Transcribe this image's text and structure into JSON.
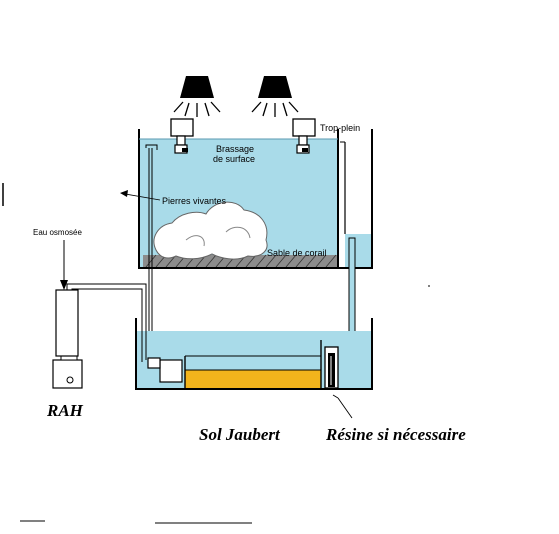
{
  "labels": {
    "overflow": "Trop-plein",
    "surface_mixing_line1": "Brassage",
    "surface_mixing_line2": "de surface",
    "live_rock": "Pierres vivantes",
    "coral_sand": "Sable de corail",
    "osmosis_water": "Eau osmosée",
    "rah": "RAH",
    "jaubert_soil": "Sol Jaubert",
    "resin": "Résine si nécessaire"
  },
  "colors": {
    "water": "#a9dbe9",
    "sand_bed": "#f2b41c",
    "outline": "#000000",
    "rock": "#ffffff"
  },
  "icons": [
    "lamp-icon",
    "lamp-icon",
    "pump-icon",
    "pump-icon",
    "pump-icon"
  ]
}
